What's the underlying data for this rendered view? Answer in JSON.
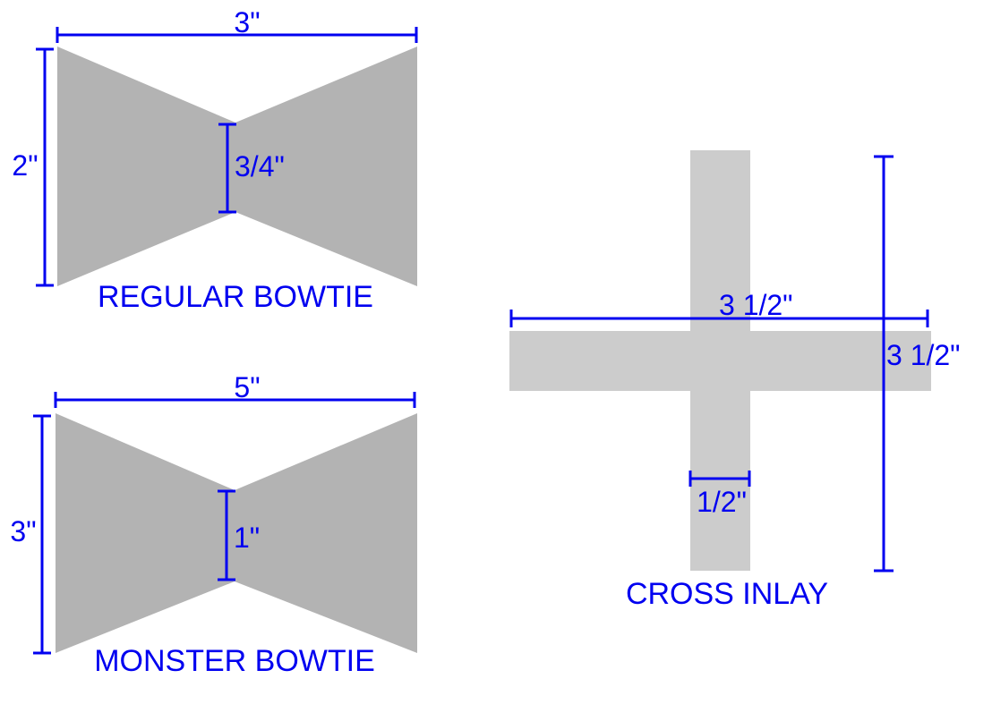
{
  "colors": {
    "dimension": "#0000f0",
    "bowtie_fill": "#b3b3b3",
    "cross_fill": "#cccccc"
  },
  "regular_bowtie": {
    "title": "REGULAR BOWTIE",
    "width": "3\"",
    "height": "2\"",
    "waist": "3/4\""
  },
  "monster_bowtie": {
    "title": "MONSTER BOWTIE",
    "width": "5\"",
    "height": "3\"",
    "waist": "1\""
  },
  "cross_inlay": {
    "title": "CROSS INLAY",
    "width": "3 1/2\"",
    "height": "3 1/2\"",
    "bar_width": "1/2\""
  }
}
